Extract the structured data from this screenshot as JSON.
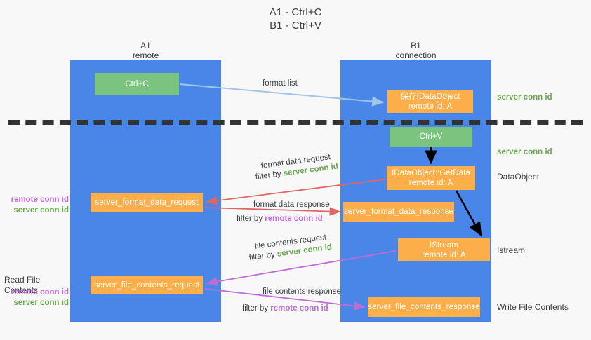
{
  "title": "A1 - Ctrl+C\nB1 - Ctrl+V",
  "colors": {
    "background": "#f8f8f8",
    "lane": "#4a86e8",
    "node_green": "#7bc47f",
    "node_orange": "#fbae49",
    "server_conn": "#6aa84f",
    "remote_conn": "#c06cd4",
    "arrow_blue": "#9fc5e8",
    "arrow_red": "#e06666",
    "arrow_magenta": "#c06cd4",
    "arrow_black": "#000000",
    "dashed_line": "#333333"
  },
  "lanes": [
    {
      "id": "a1",
      "title": "A1\nremote"
    },
    {
      "id": "b1",
      "title": "B1\nconnection"
    }
  ],
  "nodes": {
    "ctrl_c": "Ctrl+C",
    "save_idataobject": "保存IDataObject\nremote id: A",
    "ctrl_v": "Ctrl+V",
    "getdata": "IDataObject::GetData\nremote id: A",
    "server_format_data_request": "server_format_data_request",
    "server_format_data_response": "server_format_data_response",
    "istream": "IStream\nremote id: A",
    "server_file_contents_request": "server_file_contents_request",
    "server_file_contents_response": "server_file_contents_response"
  },
  "edge_labels": {
    "format_list": "format list",
    "format_data_request": "format data request",
    "filter_by": "filter by ",
    "server_conn_id": "server conn id",
    "remote_conn_id": "remote conn id",
    "format_data_response": "format data response",
    "file_contents_request": "file contents request",
    "file_contents_response": "file contents response"
  },
  "side_notes": {
    "server_conn_id": "server conn id",
    "remote_conn_id": "remote conn id",
    "data_object": "DataObject",
    "istream": "Istream",
    "write_file_contents": "Write File Contents",
    "read_file_contents": "Read File Contents"
  }
}
